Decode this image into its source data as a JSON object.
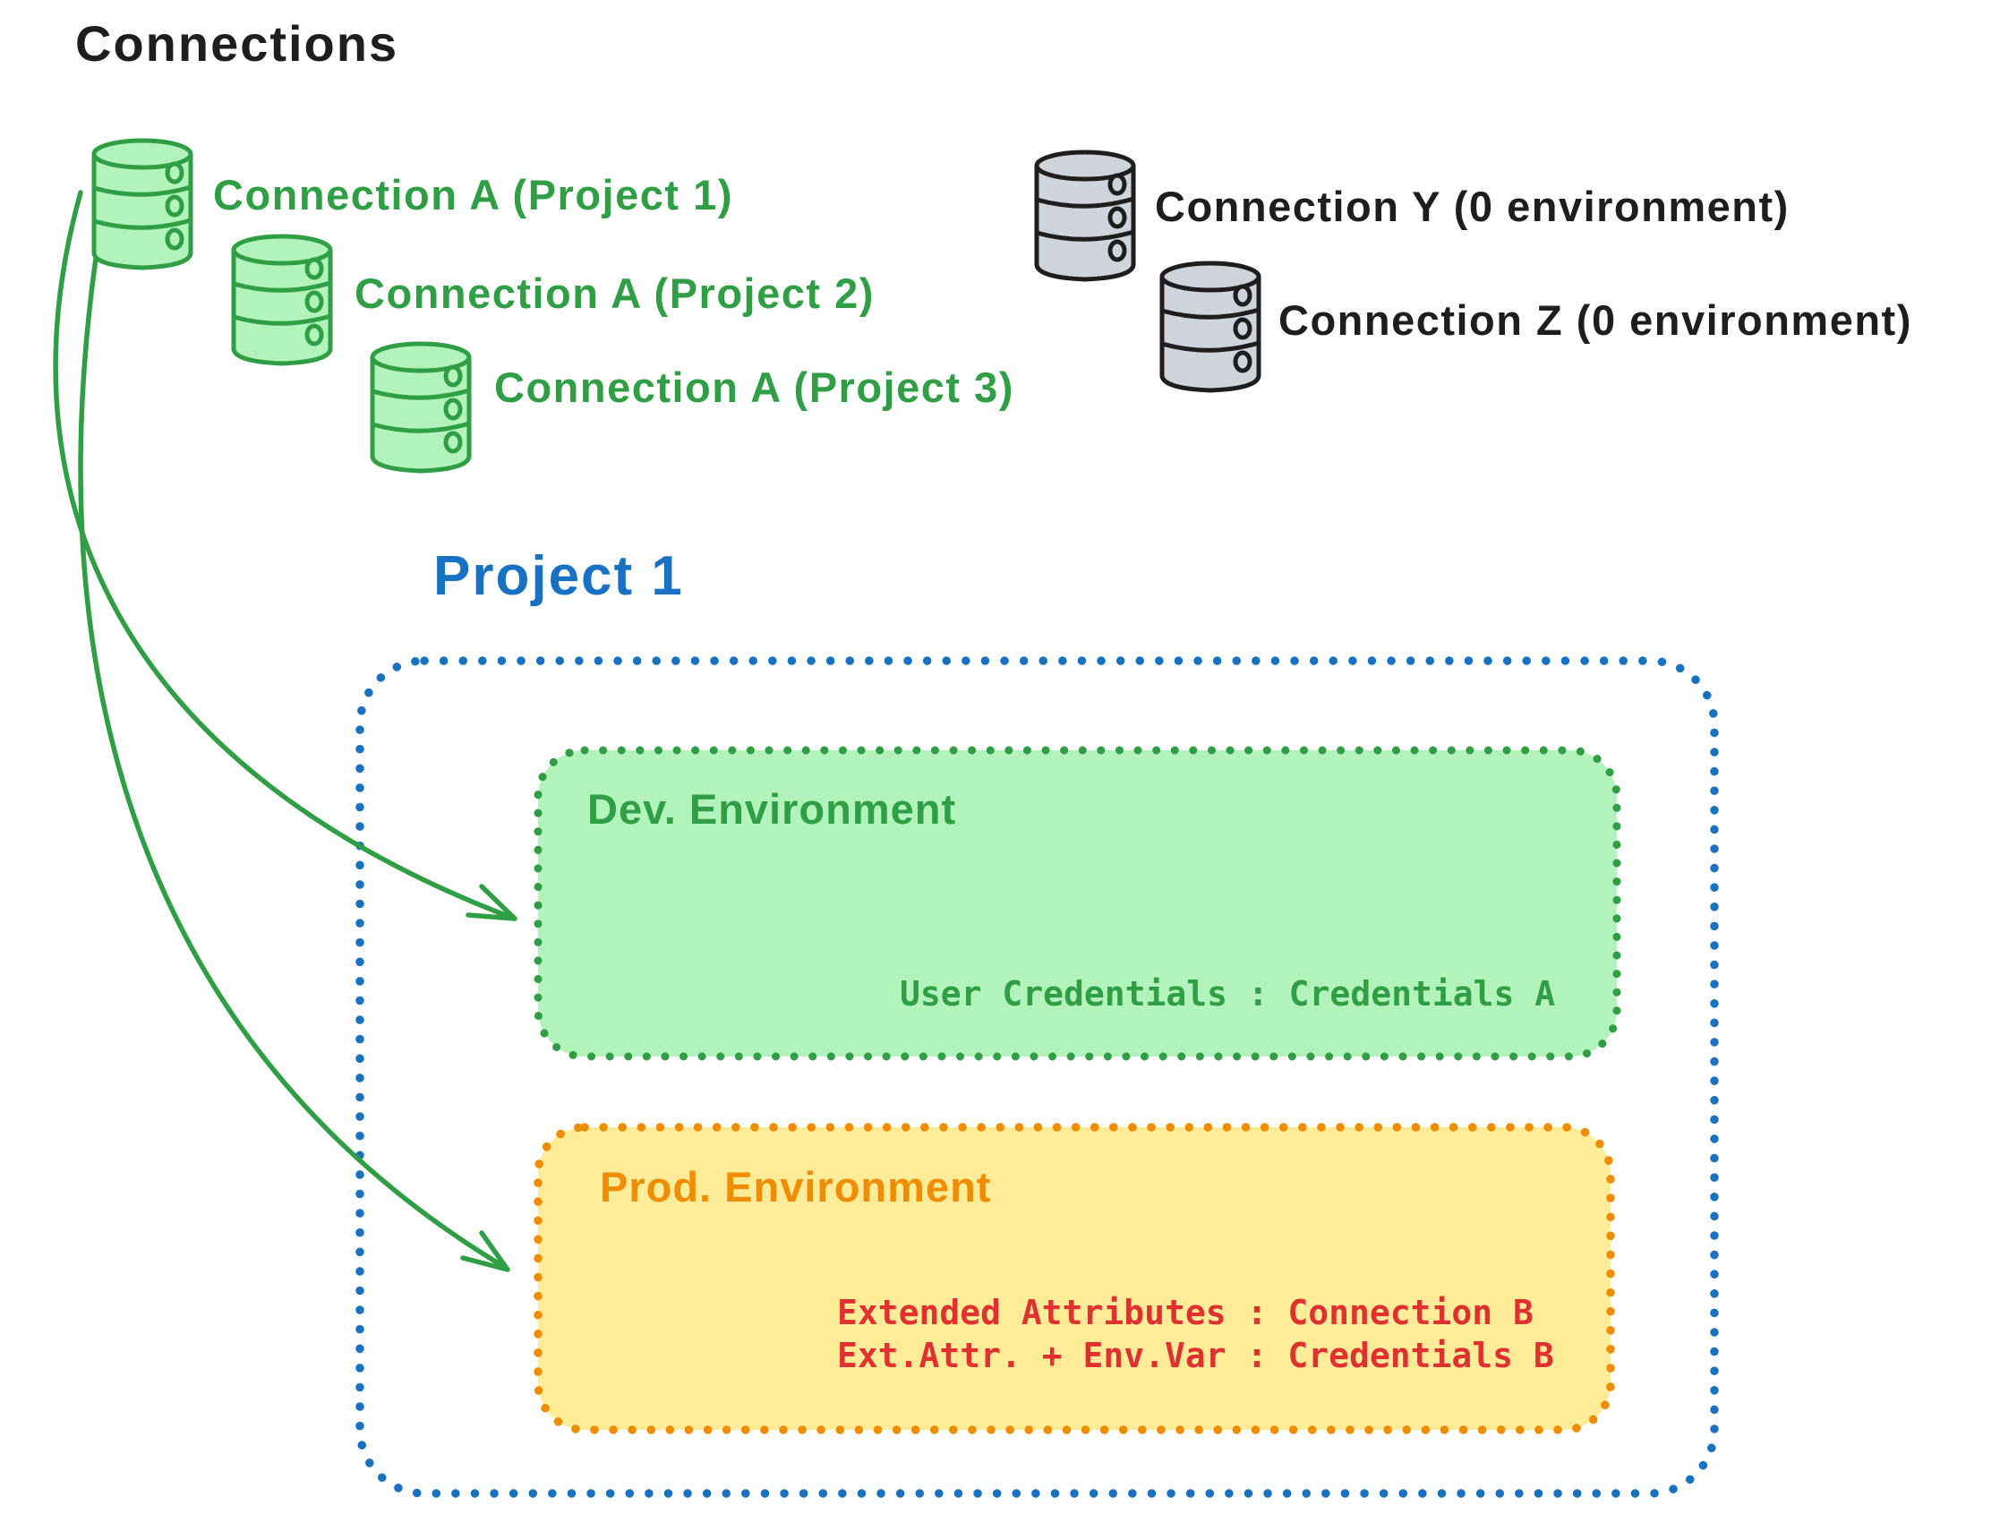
{
  "title": "Connections",
  "project_connections": [
    {
      "label": "Connection A (Project 1)"
    },
    {
      "label": "Connection A (Project 2)"
    },
    {
      "label": "Connection A (Project 3)"
    }
  ],
  "unassigned_connections": [
    {
      "label": "Connection Y (0 environment)"
    },
    {
      "label": "Connection Z (0 environment)"
    }
  ],
  "project": {
    "title": "Project 1",
    "dev_environment": {
      "title": "Dev. Environment",
      "credentials_line": "User Credentials : Credentials A"
    },
    "prod_environment": {
      "title": "Prod. Environment",
      "binding_lines": [
        "Extended Attributes : Connection B",
        "Ext.Attr. + Env.Var : Credentials B"
      ]
    }
  },
  "colors": {
    "ink": "#1e1e1e",
    "green": "#2f9e44",
    "green_fill": "#b2f2bb",
    "blue": "#1971c2",
    "orange": "#f08c00",
    "yellow_fill": "#ffec99",
    "red": "#e03131",
    "gray_fill": "#ced4da"
  }
}
